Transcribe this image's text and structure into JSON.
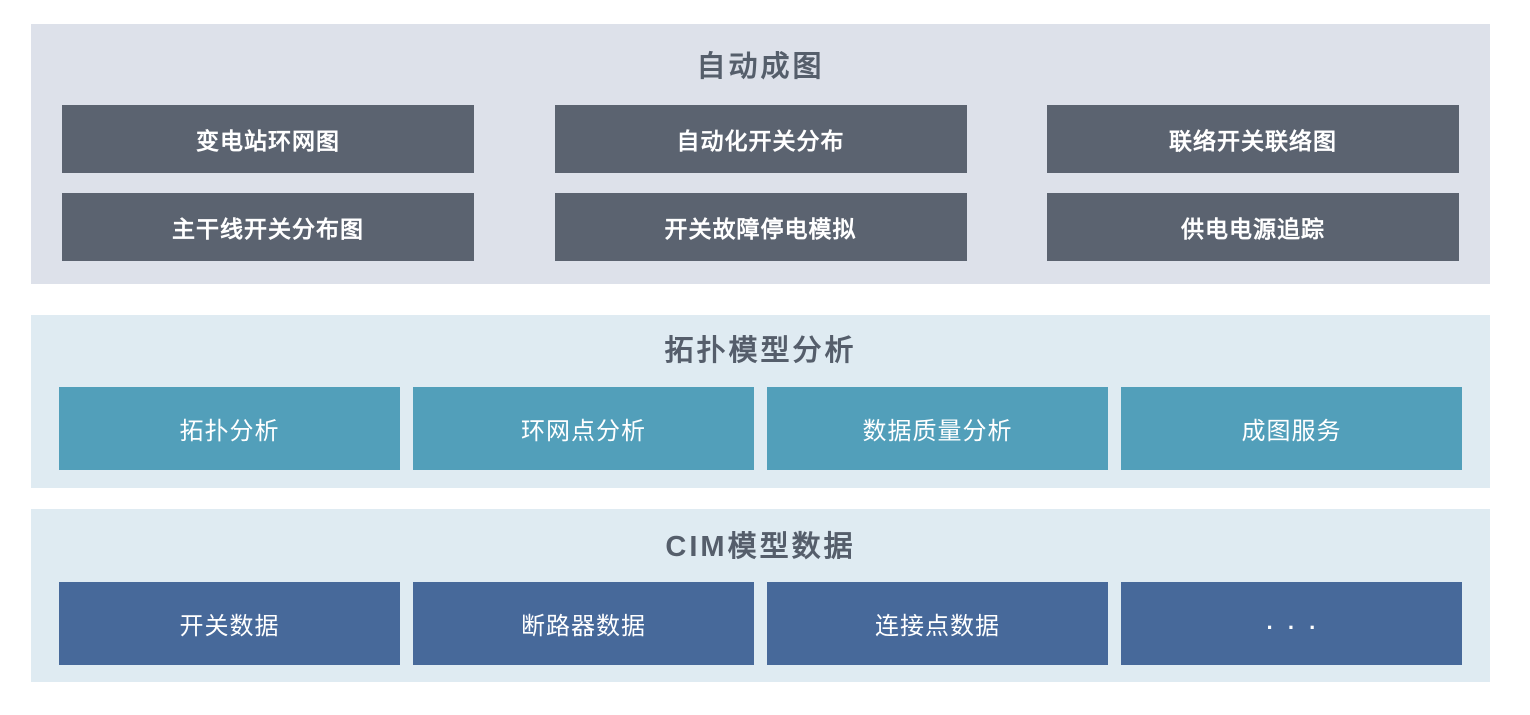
{
  "colors": {
    "section_auto_bg": "#dde1ea",
    "section_light_bg": "#dfebf2",
    "box_dark": "#5b6370",
    "box_teal": "#529fba",
    "box_blue": "#47699a",
    "title_color": "#555e6b",
    "box_text": "#ffffff"
  },
  "sections": [
    {
      "id": "auto-diagram",
      "title": "自动成图",
      "rows": [
        [
          "变电站环网图",
          "自动化开关分布",
          "联络开关联络图"
        ],
        [
          "主干线开关分布图",
          "开关故障停电模拟",
          "供电电源追踪"
        ]
      ]
    },
    {
      "id": "topology-model-analysis",
      "title": "拓扑模型分析",
      "items": [
        "拓扑分析",
        "环网点分析",
        "数据质量分析",
        "成图服务"
      ]
    },
    {
      "id": "cim-model-data",
      "title": "CIM模型数据",
      "items": [
        "开关数据",
        "断路器数据",
        "连接点数据",
        "···"
      ]
    }
  ]
}
